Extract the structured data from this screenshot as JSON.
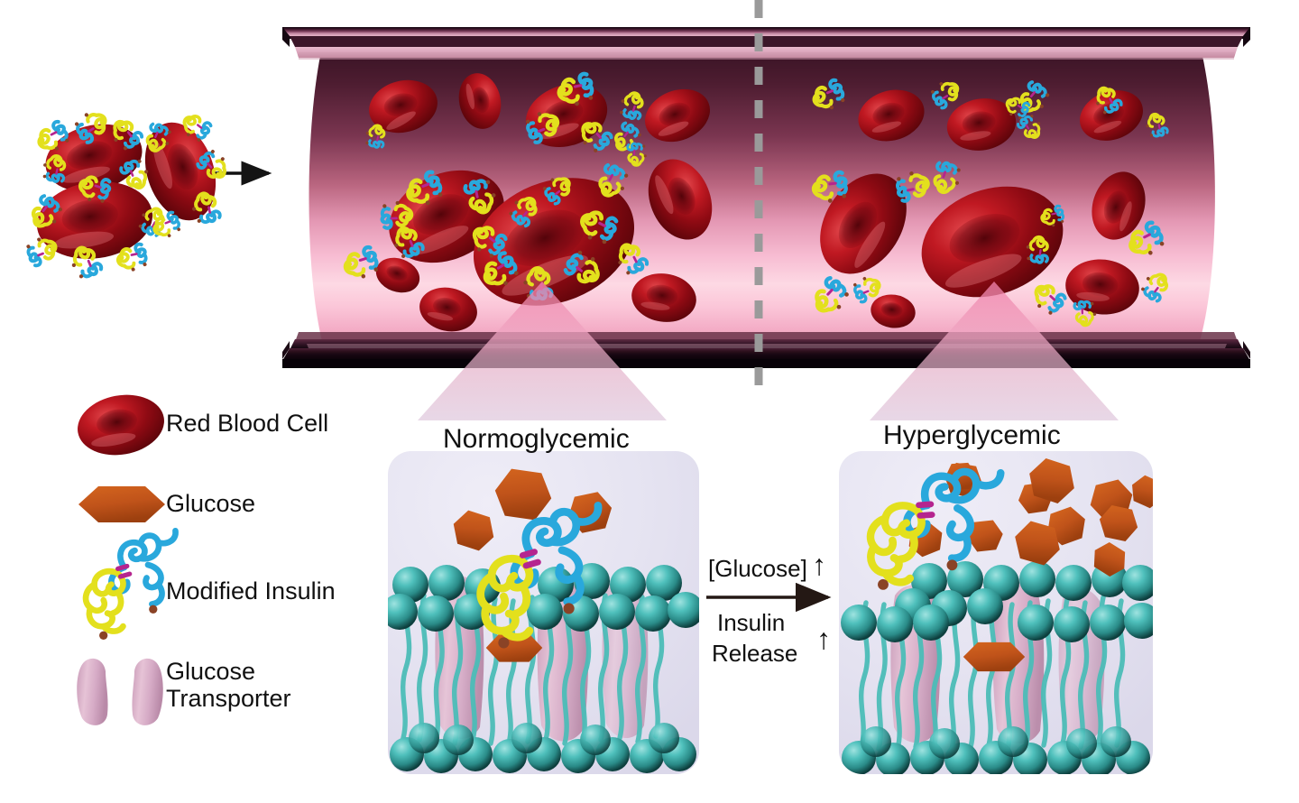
{
  "figure": {
    "kind": "scientific-schematic",
    "subject": "Glucose-responsive modified insulin circulating on red blood cells in a blood vessel"
  },
  "legend": {
    "items": [
      {
        "id": "red-blood-cell",
        "label": "Red Blood Cell",
        "icon": "red-blood-cell-icon",
        "color": "#a8101b"
      },
      {
        "id": "glucose",
        "label": "Glucose",
        "icon": "glucose-hexagon-icon",
        "color": "#c4581a"
      },
      {
        "id": "modified-insulin",
        "label": "Modified Insulin",
        "icon": "modified-insulin-icon",
        "color": "#e3e01d"
      },
      {
        "id": "glucose-transporter",
        "label": "Glucose\nTransporter",
        "icon": "glucose-transporter-icon",
        "color": "#d9aec6"
      }
    ]
  },
  "vessel": {
    "name": "blood-vessel",
    "flow_arrow": "flow-direction-arrow",
    "divider": "dashed-divider",
    "lumen_color_top": "#4a1f33",
    "lumen_color_mid": "#f2a9c4",
    "wall_color": "#2b0f1c"
  },
  "conditions": [
    {
      "id": "normoglycemic",
      "title": "Normoglycemic",
      "beam": "magnifier-beam-left",
      "glucose_count": 3,
      "insulin_bound": true
    },
    {
      "id": "hyperglycemic",
      "title": "Hyperglycemic",
      "beam": "magnifier-beam-right",
      "glucose_count": 12,
      "insulin_bound": false
    }
  ],
  "reaction": {
    "top_label": "[Glucose]",
    "top_arrow_glyph": "↑",
    "arrow": "reaction-arrow",
    "bottom_label_line1": "Insulin",
    "bottom_label_line2": "Release",
    "bottom_arrow_glyph": "↑"
  },
  "colors": {
    "glucose": "#c4581a",
    "glucose_dark": "#a8450f",
    "insulin_yellow": "#e3e01d",
    "insulin_cyan": "#29a8dc",
    "insulin_magenta": "#b5258f",
    "insulin_brown": "#8a4326",
    "rbc_light": "#d4252f",
    "rbc_dark": "#6b0610",
    "lipid_head": "#3fb3b0",
    "lipid_tail": "#46bdb8",
    "transporter": "#d9aec6",
    "panel_bg": "#e5e3f0",
    "divider_gray": "#9a9a9a",
    "beam_pink": "#f0a8c0"
  }
}
